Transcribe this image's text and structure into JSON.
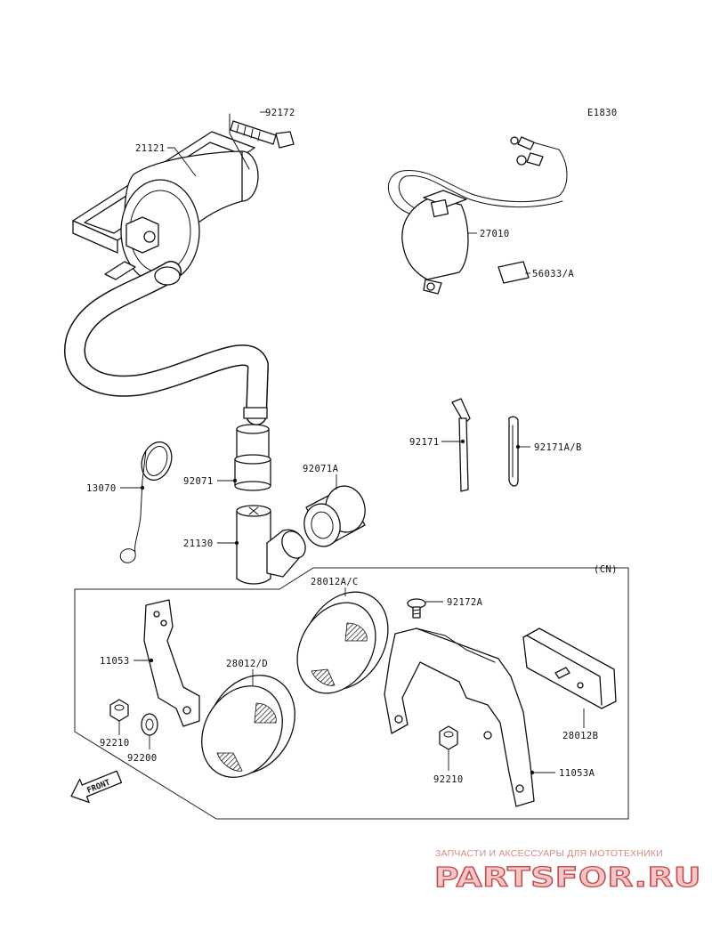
{
  "diagram_code": "E1830",
  "region_code": "(CN)",
  "front_label": "FRONT",
  "parts": [
    {
      "key": "p92172",
      "number": "92172"
    },
    {
      "key": "p21121",
      "number": "21121"
    },
    {
      "key": "p27010",
      "number": "27010"
    },
    {
      "key": "p56033",
      "number": "56033/A"
    },
    {
      "key": "p92171",
      "number": "92171"
    },
    {
      "key": "p92171ab",
      "number": "92171A/B"
    },
    {
      "key": "p13070",
      "number": "13070"
    },
    {
      "key": "p92071",
      "number": "92071"
    },
    {
      "key": "p92071a",
      "number": "92071A"
    },
    {
      "key": "p21130",
      "number": "21130"
    },
    {
      "key": "p28012ac",
      "number": "28012A/C"
    },
    {
      "key": "p92172a",
      "number": "92172A"
    },
    {
      "key": "p11053",
      "number": "11053"
    },
    {
      "key": "p28012d",
      "number": "28012/D"
    },
    {
      "key": "p92210a",
      "number": "92210"
    },
    {
      "key": "p92200",
      "number": "92200"
    },
    {
      "key": "p28012b",
      "number": "28012B"
    },
    {
      "key": "p92210b",
      "number": "92210"
    },
    {
      "key": "p11053a",
      "number": "11053A"
    }
  ],
  "watermark": {
    "caption": "ЗАПЧАСТИ И АКСЕССУАРЫ ДЛЯ МОТОТЕХНИКИ",
    "logo": "PARTSFOR.RU"
  },
  "colors": {
    "line": "#111111",
    "watermark_red": "#c94848",
    "watermark_fill": "#f3c7c7"
  }
}
